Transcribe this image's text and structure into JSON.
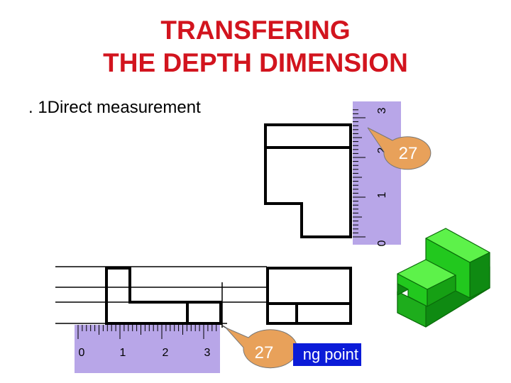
{
  "slide": {
    "title_line_1": "TRANSFERING",
    "title_line_2": "THE DEPTH DIMENSION",
    "bullet_text": ". 1Direct measurement"
  },
  "vertical_ruler": {
    "tick_labels": [
      "0",
      "1",
      "2",
      "3"
    ]
  },
  "horizontal_ruler": {
    "tick_labels": [
      "0",
      "1",
      "2",
      "3"
    ]
  },
  "callouts": {
    "top_value": "27",
    "bottom_value": "27"
  },
  "bottom_label": {
    "text": "ng point"
  },
  "colors": {
    "title": "#d2141e",
    "ruler": "#b8a6e8",
    "callout": "#e8a15a",
    "label_bg": "#0b1bd8",
    "block_front": "#22c81e",
    "block_top": "#5df24a",
    "block_side": "#0f8a12"
  }
}
